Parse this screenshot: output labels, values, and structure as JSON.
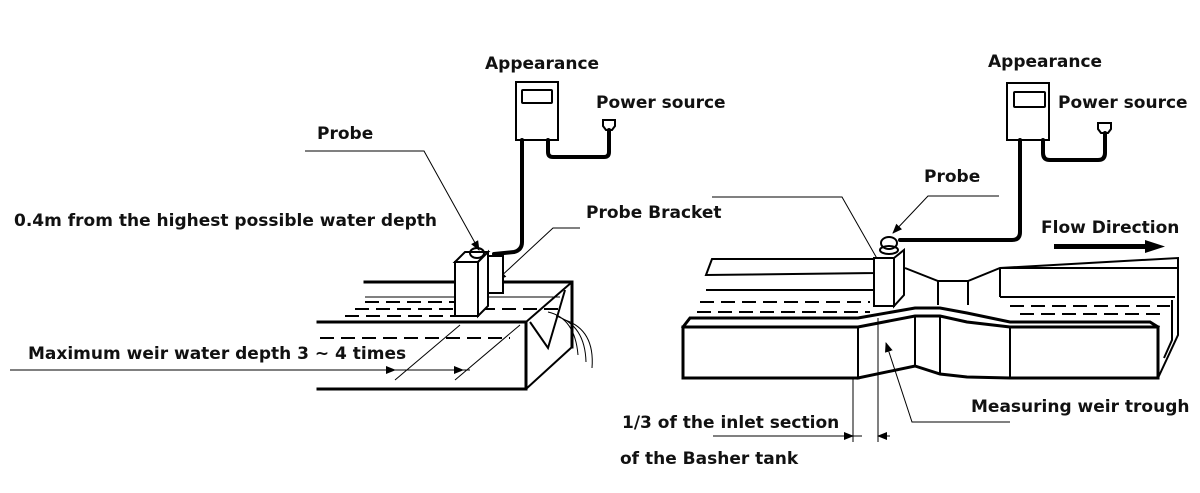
{
  "diagram": {
    "left_panel": {
      "appearance_label": "Appearance",
      "power_source_label": "Power source",
      "probe_label": "Probe",
      "probe_bracket_label": "Probe Bracket",
      "height_note": "0.4m from the highest possible water depth",
      "distance_note": "Maximum weir water depth 3 ~ 4 times"
    },
    "right_panel": {
      "appearance_label": "Appearance",
      "power_source_label": "Power source",
      "probe_label": "Probe",
      "flow_direction_label": "Flow Direction",
      "weir_trough_label": "Measuring weir trough",
      "inlet_note_line1": "1/3 of the inlet section",
      "inlet_note_line2": "of the Basher tank"
    },
    "icons": {
      "meter": "display-unit-icon",
      "plug": "power-plug-icon",
      "probe": "ultrasonic-probe-icon",
      "arrow": "flow-arrow-icon"
    }
  }
}
